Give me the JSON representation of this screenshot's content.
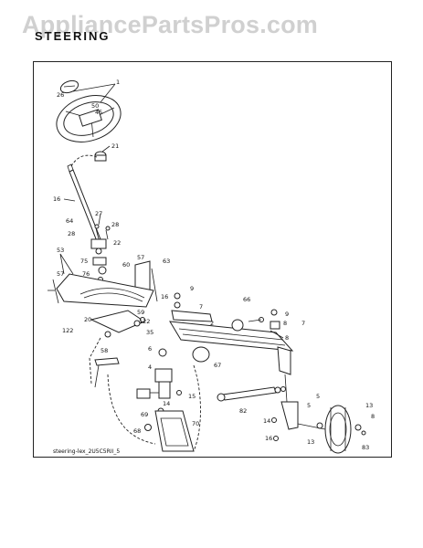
{
  "watermark": "AppliancePartsPros.com",
  "title": "STEERING",
  "caption": "steering-lex_2U5C5RII_5",
  "callouts": [
    "1",
    "50",
    "26",
    "45",
    "21",
    "16",
    "27",
    "64",
    "28",
    "22",
    "53",
    "28",
    "57",
    "63",
    "75",
    "60",
    "76",
    "9",
    "57",
    "7",
    "66",
    "8",
    "16",
    "20",
    "122",
    "59",
    "9",
    "7",
    "2",
    "8",
    "122",
    "35",
    "58",
    "6",
    "67",
    "4",
    "5",
    "69",
    "15",
    "70",
    "14",
    "82",
    "5",
    "68",
    "14",
    "16",
    "13",
    "13",
    "8",
    "83"
  ]
}
